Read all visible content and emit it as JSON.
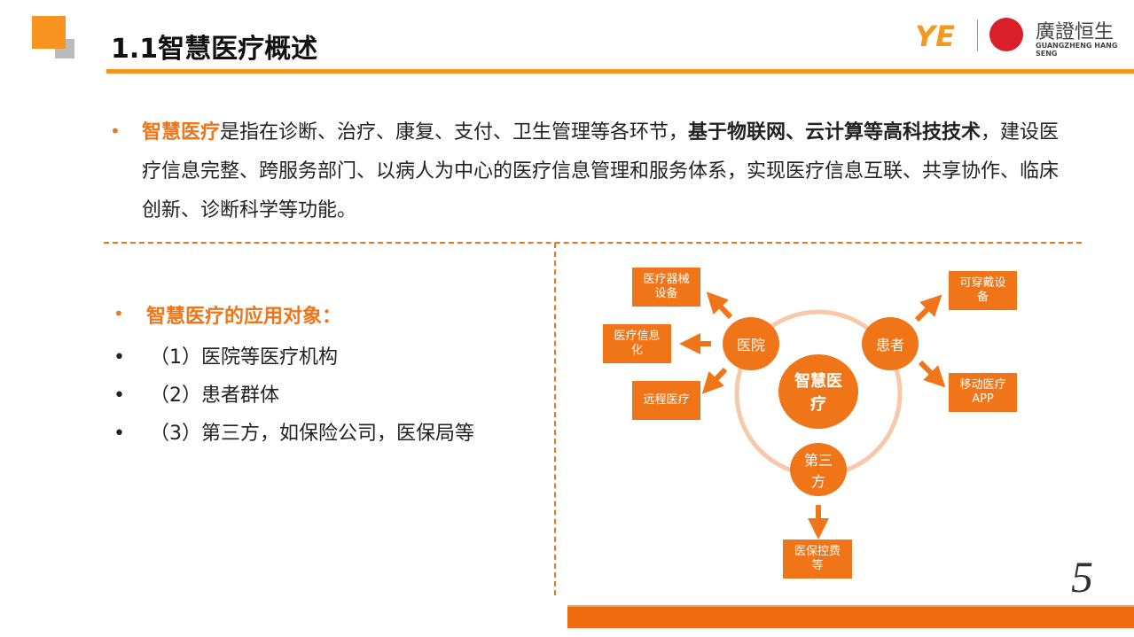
{
  "header": {
    "title": "1.1智慧医疗概述",
    "logo_text": "廣證恒生",
    "logo_subtext": "GUANGZHENG HANG SENG",
    "accent": "#f07418"
  },
  "intro": {
    "term": "智慧医疗",
    "part1": "是指在诊断、治疗、康复、支付、卫生管理等各环节，",
    "bold": "基于物联网、云计算等高科技技术",
    "part2": "，建设医疗信息完整、跨服务部门、以病人为中心的医疗信息管理和服务体系，实现医疗信息互联、共享协作、临床创新、诊断科学等功能。"
  },
  "objects": {
    "heading": "智慧医疗的应用对象：",
    "items": [
      "（1）医院等医疗机构",
      "（2）患者群体",
      "（3）第三方，如保险公司，医保局等"
    ]
  },
  "diagram": {
    "center": "智慧医疗",
    "hospital": "医院",
    "patient": "患者",
    "third": "第三方",
    "hospital_items": [
      "医疗器械设备",
      "医疗信息化",
      "远程医疗"
    ],
    "patient_items": [
      "可穿戴设备",
      "移动医疗APP"
    ],
    "third_items": [
      "医保控费等"
    ]
  },
  "page_number": "5"
}
